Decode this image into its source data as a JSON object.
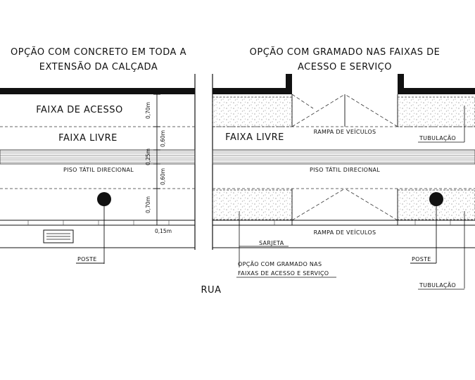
{
  "left": {
    "title_line1": "OPÇÃO COM CONCRETO EM TODA A",
    "title_line2": "EXTENSÃO DA CALÇADA",
    "faixa_acesso": "FAIXA DE ACESSO",
    "faixa_livre": "FAIXA LIVRE",
    "piso_tatil": "PISO TÁTIL DIRECIONAL",
    "poste": "POSTE",
    "dims": [
      "0,70m",
      "0,60m",
      "0,25m",
      "0,60m",
      "0,70m",
      "0,15m"
    ]
  },
  "right": {
    "title_line1": "OPÇÃO COM GRAMADO NAS FAIXAS DE",
    "title_line2": "ACESSO E SERVIÇO",
    "faixa_livre": "FAIXA LIVRE",
    "rampa_top": "RAMPA DE VEÍCULOS",
    "tubulacao_top": "TUBULAÇÃO",
    "piso_tatil": "PISO TÁTIL DIRECIONAL",
    "rampa_bottom": "RAMPA DE VEÍCULOS",
    "sarjeta": "SARJETA",
    "opcao_line1": "OPÇÃO COM GRAMADO NAS",
    "opcao_line2": "FAIXAS DE ACESSO E SERVIÇO",
    "poste": "POSTE",
    "tubulacao_bottom": "TUBULAÇÃO"
  },
  "rua": "RUA",
  "colors": {
    "ink": "#111111",
    "paper": "#ffffff",
    "grass": "#9a9a9a"
  }
}
